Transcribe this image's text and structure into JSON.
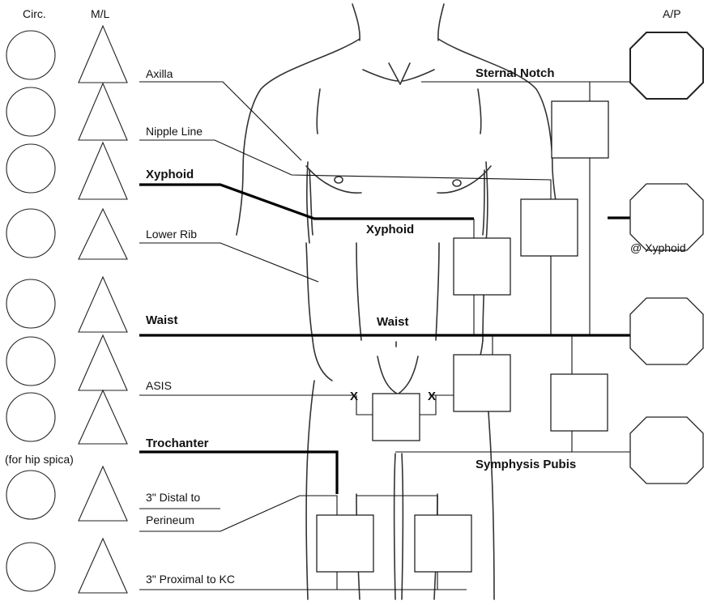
{
  "headers": {
    "circ": "Circ.",
    "ml": "M/L",
    "ap": "A/P"
  },
  "labels": {
    "axilla": "Axilla",
    "nipple_line": "Nipple Line",
    "xyphoid_left": "Xyphoid",
    "xyphoid_center": "Xyphoid",
    "lower_rib": "Lower Rib",
    "waist_left": "Waist",
    "waist_center": "Waist",
    "asis": "ASIS",
    "trochanter": "Trochanter",
    "hip_spica": "(for hip spica)",
    "distal_line1": "3\" Distal to",
    "distal_line2": "Perineum",
    "proximal_kc": "3\" Proximal to KC",
    "sternal_notch": "Sternal Notch",
    "at_xyphoid": "@ Xyphoid",
    "symphysis_pubis": "Symphysis Pubis",
    "asis_mark_left": "X",
    "asis_mark_right": "X"
  }
}
